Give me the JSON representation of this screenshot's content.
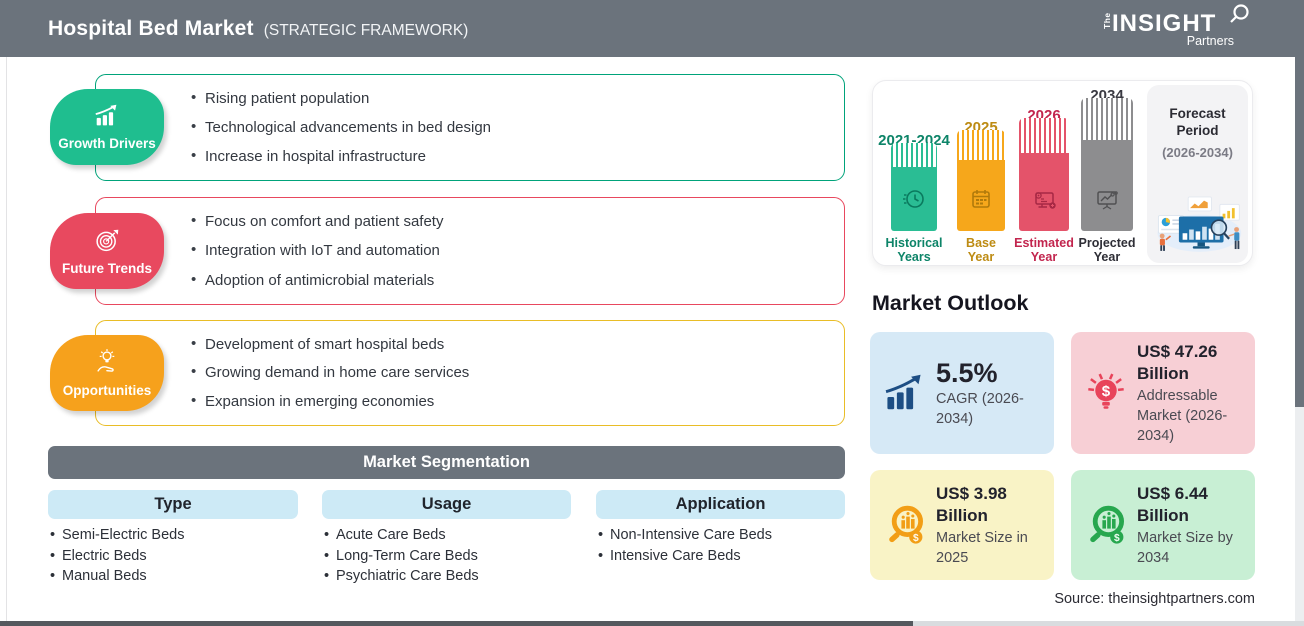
{
  "header": {
    "title": "Hospital Bed Market",
    "subtitle": "(STRATEGIC FRAMEWORK)",
    "logo": {
      "the": "The",
      "insight": "INSIGHT",
      "partners": "Partners"
    }
  },
  "framework": [
    {
      "label": "Growth Drivers",
      "icon": "growth-chart-icon",
      "color": "#1fbe8f",
      "border_color": "#00a37a",
      "bullets": [
        "Rising patient population",
        "Technological advancements in bed design",
        "Increase in hospital infrastructure"
      ]
    },
    {
      "label": "Future Trends",
      "icon": "target-icon",
      "color": "#e8495f",
      "border_color": "#e8485e",
      "bullets": [
        "Focus on comfort and patient safety",
        "Integration with IoT and automation",
        "Adoption of antimicrobial materials"
      ]
    },
    {
      "label": "Opportunities",
      "icon": "hand-bulb-icon",
      "color": "#f6a11c",
      "border_color": "#e9bd27",
      "bullets": [
        "Development of smart hospital beds",
        "Growing demand in home care services",
        "Expansion in emerging economies"
      ]
    }
  ],
  "segmentation": {
    "title": "Market Segmentation",
    "columns": [
      {
        "header": "Type",
        "items": [
          "Semi-Electric Beds",
          "Electric Beds",
          "Manual Beds"
        ]
      },
      {
        "header": "Usage",
        "items": [
          "Acute Care Beds",
          "Long-Term Care Beds",
          "Psychiatric Care Beds"
        ]
      },
      {
        "header": "Application",
        "items": [
          "Non-Intensive Care Beds",
          "Intensive Care Beds"
        ]
      }
    ]
  },
  "timeline": {
    "bars": [
      {
        "year": "2021-2024",
        "caption1": "Historical",
        "caption2": "Years",
        "color": "#2abd94",
        "label_color": "#0d8468",
        "icon": "clock-history-icon"
      },
      {
        "year": "2025",
        "caption1": "Base",
        "caption2": "Year",
        "color": "#f6a71b",
        "label_color": "#bd8b13",
        "icon": "calendar-icon"
      },
      {
        "year": "2026",
        "caption1": "Estimated",
        "caption2": "Year",
        "color": "#e4536a",
        "label_color": "#c2254e",
        "icon": "computer-gear-icon"
      },
      {
        "year": "2034",
        "caption1": "Projected",
        "caption2": "Year",
        "color": "#8d8d8f",
        "label_color": "#3a3a42",
        "icon": "presentation-icon"
      }
    ],
    "forecast": {
      "line1": "Forecast",
      "line2": "Period",
      "range": "(2026-2034)"
    }
  },
  "market_outlook": {
    "title": "Market Outlook",
    "cards": [
      {
        "value": "5.5%",
        "desc": "CAGR (2026-2034)",
        "bg": "#d6e9f6",
        "accent": "#1d4e84",
        "icon": "growth-chart-icon"
      },
      {
        "value": "US$ 47.26 Billion",
        "desc": "Addressable Market (2026-2034)",
        "bg": "#f7cfd5",
        "accent": "#e8435a",
        "icon": "dollar-bulb-icon"
      },
      {
        "value": "US$ 3.98 Billion",
        "desc": "Market Size in 2025",
        "bg": "#f9f3c6",
        "accent": "#f29e16",
        "icon": "magnifier-chart-icon"
      },
      {
        "value": "US$ 6.44 Billion",
        "desc": "Market Size by 2034",
        "bg": "#c8efd4",
        "accent": "#27a74e",
        "icon": "magnifier-chart-icon"
      }
    ]
  },
  "source": "Source: theinsightpartners.com"
}
